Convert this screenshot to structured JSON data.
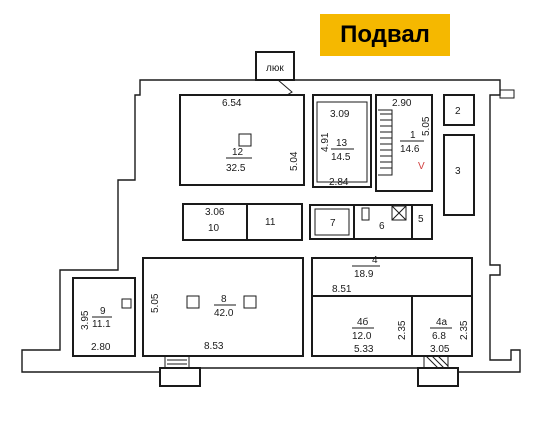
{
  "floor_label": "Подвал",
  "accent_color": "#f5b800",
  "hatch_label": "люк",
  "rooms": [
    {
      "id": "12",
      "area": "32.5",
      "dims": [
        "6.54",
        "5.04"
      ]
    },
    {
      "id": "13",
      "area": "14.5",
      "dims": [
        "3.09",
        "4.91",
        "2.84"
      ]
    },
    {
      "id": "1",
      "area": "14.6",
      "dims": [
        "2.90",
        "5.05"
      ],
      "mark": "V"
    },
    {
      "id": "2"
    },
    {
      "id": "3"
    },
    {
      "id": "10",
      "dims": [
        "3.06"
      ]
    },
    {
      "id": "11"
    },
    {
      "id": "7"
    },
    {
      "id": "6"
    },
    {
      "id": "5"
    },
    {
      "id": "4",
      "area": "18.9",
      "dims": [
        "8.51"
      ]
    },
    {
      "id": "8",
      "area": "42.0",
      "dims": [
        "5.05",
        "8.53"
      ]
    },
    {
      "id": "9",
      "area": "11.1",
      "dims": [
        "3.95",
        "2.80"
      ]
    },
    {
      "id": "4б",
      "area": "12.0",
      "dims": [
        "5.33",
        "2.35"
      ]
    },
    {
      "id": "4а",
      "area": "6.8",
      "dims": [
        "3.05",
        "2.35"
      ]
    }
  ]
}
